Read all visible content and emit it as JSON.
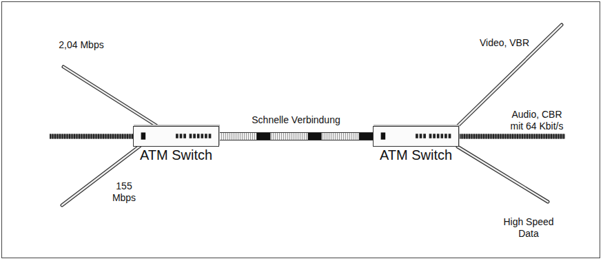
{
  "diagram": {
    "nodes": [
      {
        "text": [
          "ATM Switch"
        ]
      },
      {
        "text": [
          "ATM Switch"
        ]
      }
    ],
    "edges": [
      {
        "from": 0,
        "to": 1,
        "arrow": "none",
        "label": "Schnelle Verbindung"
      }
    ],
    "labels": [
      "2,04 Mbps",
      "155 Mbps",
      "Video, VBR",
      "Audio, CBR mit 64 Kbit/s",
      "High Speed Data"
    ]
  }
}
